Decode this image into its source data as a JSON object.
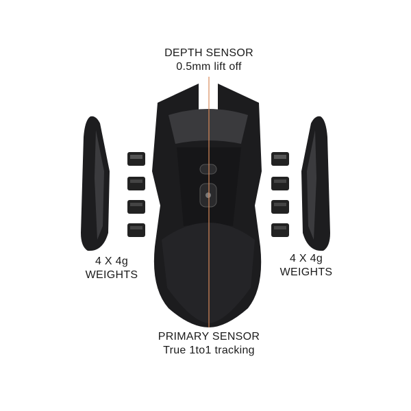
{
  "labels": {
    "depth_title": "DEPTH SENSOR",
    "depth_sub": "0.5mm lift off",
    "left_weights_line1": "4 X 4g",
    "left_weights_line2": "WEIGHTS",
    "right_weights_line1": "4 X 4g",
    "right_weights_line2": "WEIGHTS",
    "primary_title": "PRIMARY SENSOR",
    "primary_sub": "True 1to1 tracking"
  },
  "colors": {
    "accent_line": "#d98a5a",
    "mouse_body": "#1c1c1e",
    "mouse_highlight": "#3a3a3d"
  }
}
